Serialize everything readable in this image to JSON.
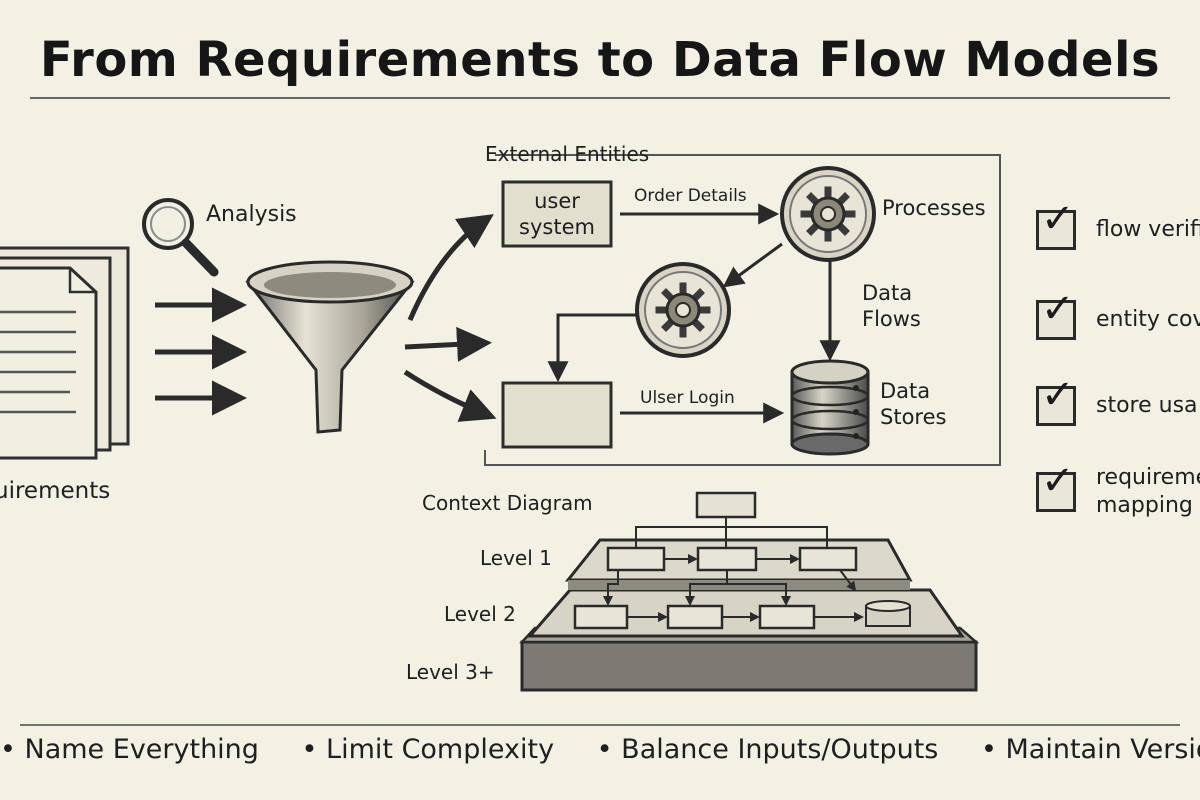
{
  "title": "From Requirements to Data Flow Models",
  "left": {
    "requirements_label": "uirements",
    "analysis_label": "Analysis"
  },
  "dfd": {
    "external_entities_label": "External Entities",
    "entity_box_label": "user\nsystem",
    "order_flow_label": "Order Details",
    "processes_label": "Processes",
    "data_flows_label": "Data\nFlows",
    "login_flow_label": "Ulser Login",
    "data_stores_label": "Data\nStores"
  },
  "levels": {
    "context_label": "Context Diagram",
    "level1_label": "Level 1",
    "level2_label": "Level 2",
    "level3_label": "Level 3+"
  },
  "checklist": [
    {
      "text": "flow verifi"
    },
    {
      "text": "entity cov"
    },
    {
      "text": "store usa"
    },
    {
      "text": "requireme\nmapping"
    }
  ],
  "tips": [
    "Name Everything",
    "Limit Complexity",
    "Balance Inputs/Outputs",
    "Maintain Versions"
  ],
  "icons": [
    "documents-icon",
    "magnifier-icon",
    "funnel-icon",
    "gear-icon",
    "database-icon",
    "checkbox-icon"
  ]
}
